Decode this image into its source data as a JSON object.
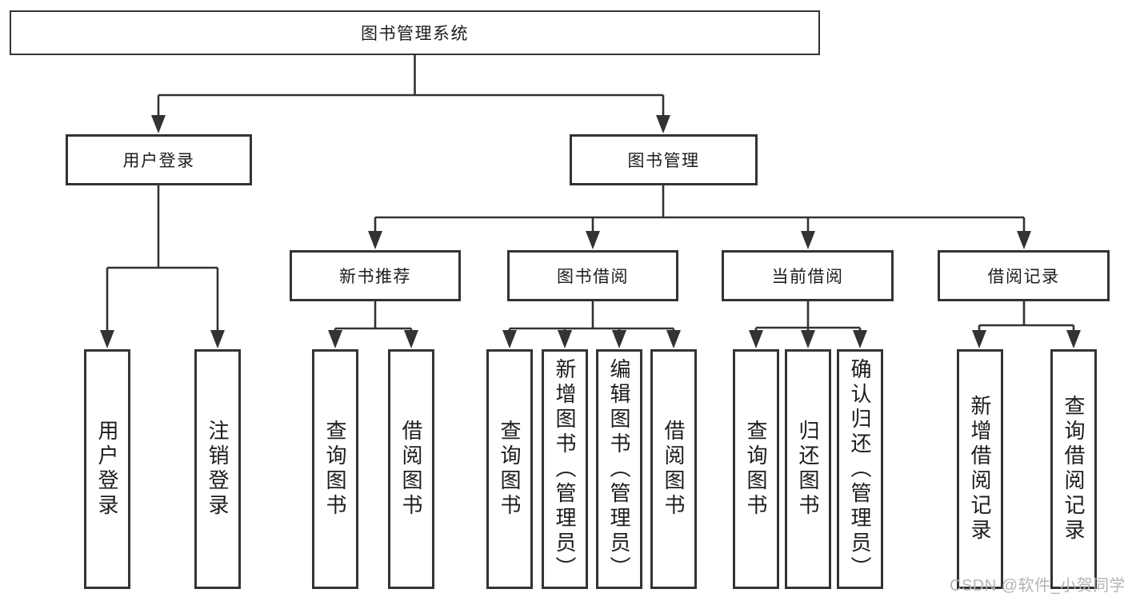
{
  "tree": {
    "label": "图书管理系统",
    "children": [
      {
        "label": "用户登录",
        "children": [
          {
            "label": "用户登录"
          },
          {
            "label": "注销登录"
          }
        ]
      },
      {
        "label": "图书管理",
        "children": [
          {
            "label": "新书推荐",
            "children": [
              {
                "label": "查询图书"
              },
              {
                "label": "借阅图书"
              }
            ]
          },
          {
            "label": "图书借阅",
            "children": [
              {
                "label": "查询图书"
              },
              {
                "label": "新增图书（管理员）"
              },
              {
                "label": "编辑图书（管理员）"
              },
              {
                "label": "借阅图书"
              }
            ]
          },
          {
            "label": "当前借阅",
            "children": [
              {
                "label": "查询图书"
              },
              {
                "label": "归还图书"
              },
              {
                "label": "确认归还（管理员）"
              }
            ]
          },
          {
            "label": "借阅记录",
            "children": [
              {
                "label": "新增借阅记录"
              },
              {
                "label": "查询借阅记录"
              }
            ]
          }
        ]
      }
    ]
  },
  "watermark": {
    "text": "CSDN @软件_小贺同学"
  },
  "colors": {
    "line": "#333333",
    "ink": "#1c1c1c",
    "page_bg": "#ffffff",
    "watermark": "#b4b4b4"
  }
}
